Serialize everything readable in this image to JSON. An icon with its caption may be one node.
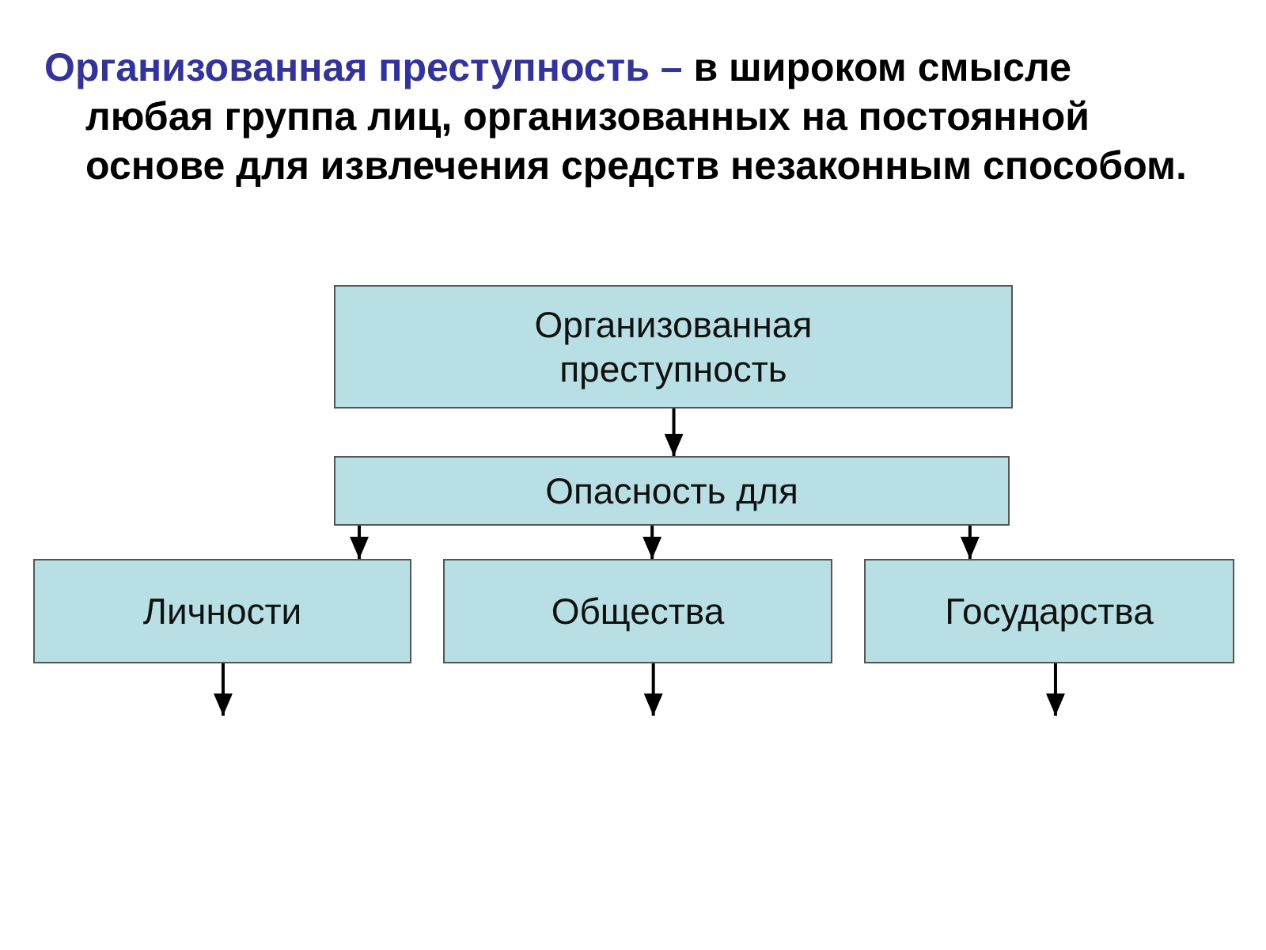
{
  "diagram": {
    "title": "**Организованная преступность –** в широком смысле любая группа лиц, организованных на постоянной основе для извлечения средств незаконным способом.",
    "nodes": [
      {
        "text": [
          "Организованная преступность"
        ]
      },
      {
        "text": [
          "Опасность для"
        ]
      },
      {
        "text": [
          "Личности"
        ]
      },
      {
        "text": [
          "Общества"
        ]
      },
      {
        "text": [
          "Государства"
        ]
      }
    ],
    "edges": [
      {
        "from": 0,
        "to": 1,
        "arrow": "to"
      },
      {
        "from": 1,
        "to": 2,
        "arrow": "to"
      },
      {
        "from": 1,
        "to": 3,
        "arrow": "to"
      },
      {
        "from": 1,
        "to": 4,
        "arrow": "to"
      },
      {
        "from": 2,
        "to": null,
        "arrow": "to"
      },
      {
        "from": 3,
        "to": null,
        "arrow": "to"
      },
      {
        "from": 4,
        "to": null,
        "arrow": "to"
      }
    ]
  }
}
